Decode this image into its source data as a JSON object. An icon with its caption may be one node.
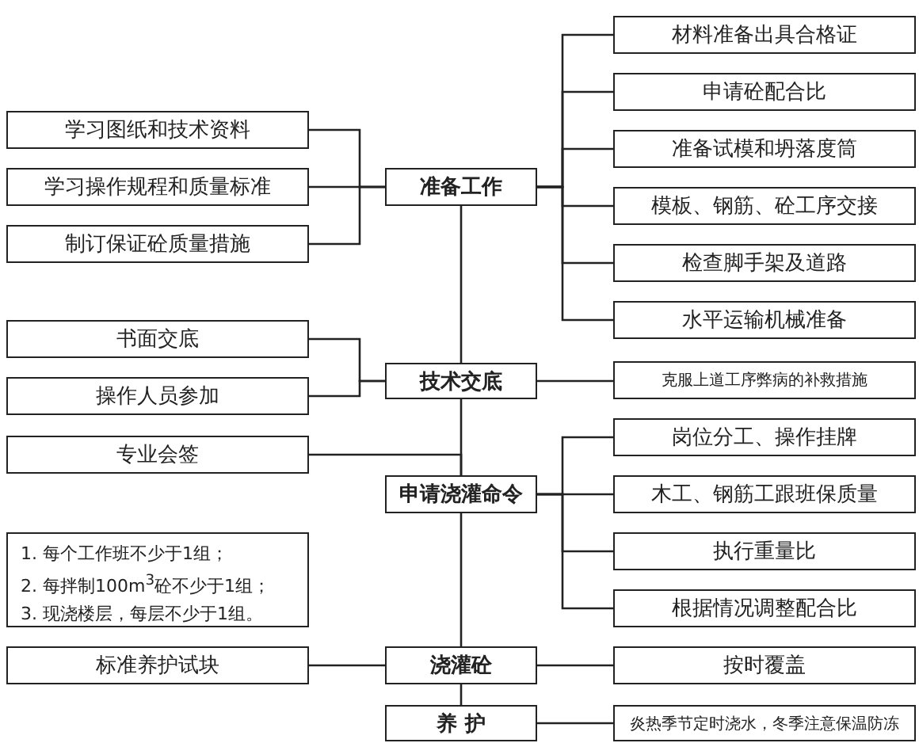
{
  "diagram": {
    "nodes": [
      {
        "text": [
          "材料准备出具合格证"
        ]
      },
      {
        "text": [
          "申请砼配合比"
        ]
      },
      {
        "text": [
          "准备试模和坍落度筒"
        ]
      },
      {
        "text": [
          "学习图纸和技术资料"
        ]
      },
      {
        "text": [
          "学习操作规程和质量标准"
        ]
      },
      {
        "text": [
          "准备工作"
        ]
      },
      {
        "text": [
          "模板、钢筋、砼工序交接"
        ]
      },
      {
        "text": [
          "制订保证砼质量措施"
        ]
      },
      {
        "text": [
          "检查脚手架及道路"
        ]
      },
      {
        "text": [
          "水平运输机械准备"
        ]
      },
      {
        "text": [
          "书面交底"
        ]
      },
      {
        "text": [
          "技术交底"
        ]
      },
      {
        "text": [
          "克服上道工序弊病的补救措施"
        ]
      },
      {
        "text": [
          "操作人员参加"
        ]
      },
      {
        "text": [
          "岗位分工、操作挂牌"
        ]
      },
      {
        "text": [
          "专业会签"
        ]
      },
      {
        "text": [
          "申请浇灌命令"
        ]
      },
      {
        "text": [
          "木工、钢筋工跟班保质量"
        ]
      },
      {
        "text": [
          "1. 每个工作班不少于1组；",
          "2. 每拌制100m$^{3}$砼不少于1组；",
          "3. 现浇楼层，每层不少于1组。"
        ]
      },
      {
        "text": [
          "执行重量比"
        ]
      },
      {
        "text": [
          "根据情况调整配合比"
        ]
      },
      {
        "text": [
          "标准养护试块"
        ]
      },
      {
        "text": [
          "浇灌砼"
        ]
      },
      {
        "text": [
          "按时覆盖"
        ]
      },
      {
        "text": [
          "养 护"
        ]
      },
      {
        "text": [
          "炎热季节定时浇水，冬季注意保温防冻"
        ]
      }
    ],
    "edges": [
      {
        "from": 3,
        "to": 5,
        "arrow": "none"
      },
      {
        "from": 4,
        "to": 5,
        "arrow": "none"
      },
      {
        "from": 7,
        "to": 5,
        "arrow": "none"
      },
      {
        "from": 5,
        "to": 0,
        "arrow": "none"
      },
      {
        "from": 5,
        "to": 1,
        "arrow": "none"
      },
      {
        "from": 5,
        "to": 2,
        "arrow": "none"
      },
      {
        "from": 5,
        "to": 6,
        "arrow": "none"
      },
      {
        "from": 5,
        "to": 8,
        "arrow": "none"
      },
      {
        "from": 5,
        "to": 9,
        "arrow": "none"
      },
      {
        "from": 5,
        "to": 11,
        "arrow": "none"
      },
      {
        "from": 10,
        "to": 11,
        "arrow": "none"
      },
      {
        "from": 13,
        "to": 11,
        "arrow": "none"
      },
      {
        "from": 11,
        "to": 12,
        "arrow": "none"
      },
      {
        "from": 11,
        "to": 16,
        "arrow": "none"
      },
      {
        "from": 15,
        "to": 16,
        "arrow": "none"
      },
      {
        "from": 16,
        "to": 14,
        "arrow": "none"
      },
      {
        "from": 16,
        "to": 17,
        "arrow": "none"
      },
      {
        "from": 16,
        "to": 19,
        "arrow": "none"
      },
      {
        "from": 16,
        "to": 20,
        "arrow": "none"
      },
      {
        "from": 16,
        "to": 22,
        "arrow": "none"
      },
      {
        "from": 21,
        "to": 22,
        "arrow": "none"
      },
      {
        "from": 22,
        "to": 23,
        "arrow": "none"
      },
      {
        "from": 22,
        "to": 24,
        "arrow": "none"
      },
      {
        "from": 24,
        "to": 25,
        "arrow": "none"
      }
    ]
  }
}
